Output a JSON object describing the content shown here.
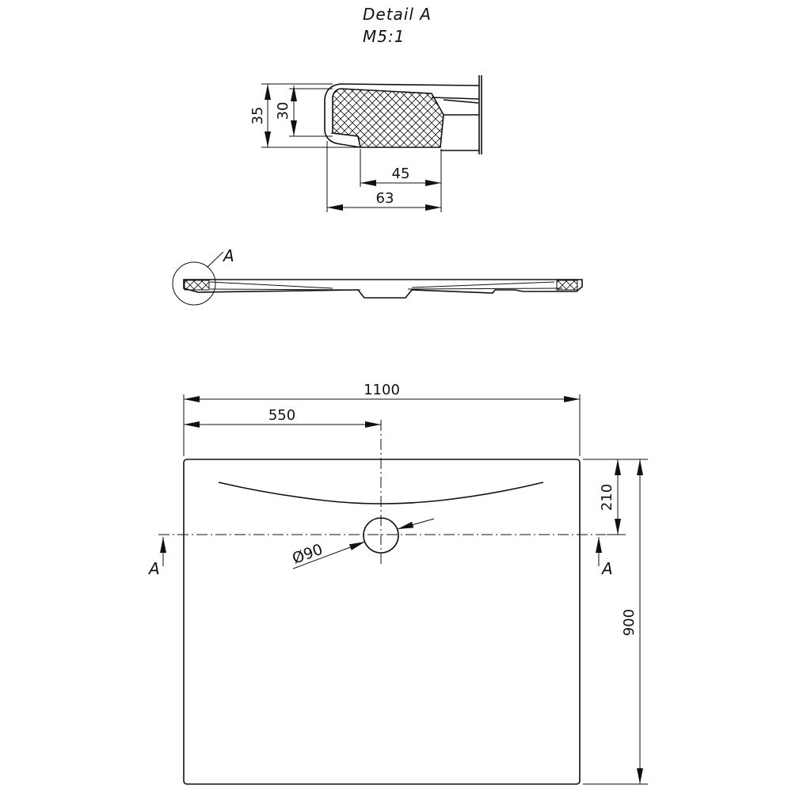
{
  "detail": {
    "title": "Detail  A",
    "scale": "M5:1",
    "dim_35": "35",
    "dim_30": "30",
    "dim_45": "45",
    "dim_63": "63"
  },
  "section": {
    "marker": "A"
  },
  "plan": {
    "dim_width": "1100",
    "dim_half": "550",
    "dim_210": "210",
    "dim_900": "900",
    "dim_drain": "Ø90",
    "cut_left": "A",
    "cut_right": "A"
  }
}
